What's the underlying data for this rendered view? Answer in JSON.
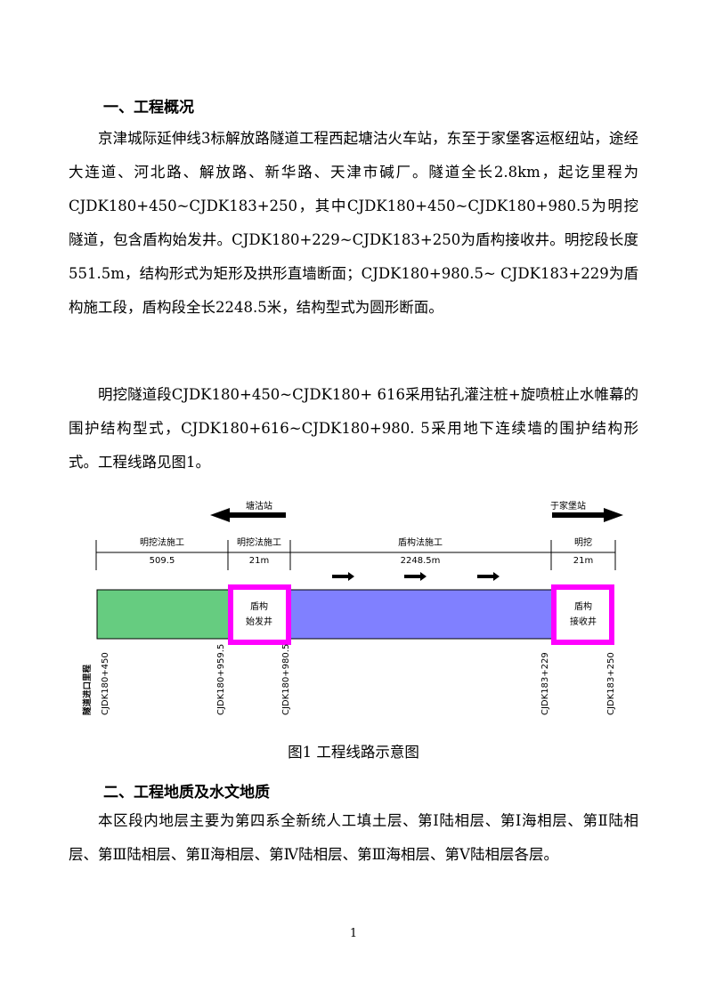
{
  "section1": {
    "heading": "一、工程概况",
    "para1": "京津城际延伸线3标解放路隧道工程西起塘沽火车站，东至于家堡客运枢纽站，途经大连道、河北路、解放路、新华路、天津市碱厂。隧道全长2.8km，起讫里程为CJDK180+450~CJDK183+250，其中CJDK180+450~CJDK180+980.5为明挖隧道，包含盾构始发井。CJDK180+229~CJDK183+250为盾构接收井。明挖段长度551.5m，结构形式为矩形及拱形直墙断面；CJDK180+980.5~ CJDK183+229为盾构施工段，盾构段全长2248.5米，结构型式为圆形断面。",
    "para2": "明挖隧道段CJDK180+450~CJDK180+ 616采用钻孔灌注桩+旋喷桩止水帷幕的围护结构型式，CJDK180+616~CJDK180+980. 5采用地下连续墙的围护结构形式。工程线路见图1。"
  },
  "figure": {
    "caption": "图1  工程线路示意图",
    "west_station": "塘沽站",
    "east_station": "于家堡站",
    "segments": [
      {
        "label": "明挖法施工",
        "length": "509.5"
      },
      {
        "label": "明挖法施工",
        "length": "21m"
      },
      {
        "label": "盾构法施工",
        "length": "2248.5m"
      },
      {
        "label": "明挖",
        "length": "21m"
      }
    ],
    "launch_shaft": [
      "盾构",
      "始发井"
    ],
    "receive_shaft": [
      "盾构",
      "接收井"
    ],
    "entrance_label": "隧道进口里程",
    "stations": [
      "CJDK180+450",
      "CJDK180+959.5",
      "CJDK180+980.5",
      "CJDK183+229",
      "CJDK183+250"
    ],
    "colors": {
      "open_cut": "#66cc80",
      "shield": "#8080ff",
      "shaft_border": "#ff00ff"
    }
  },
  "section2": {
    "heading": "二、工程地质及水文地质",
    "para1": "本区段内地层主要为第四系全新统人工填土层、第Ⅰ陆相层、第Ⅰ海相层、第Ⅱ陆相层、第Ⅲ陆相层、第Ⅱ海相层、第Ⅳ陆相层、第Ⅲ海相层、第Ⅴ陆相层各层。"
  },
  "page_number": "1"
}
